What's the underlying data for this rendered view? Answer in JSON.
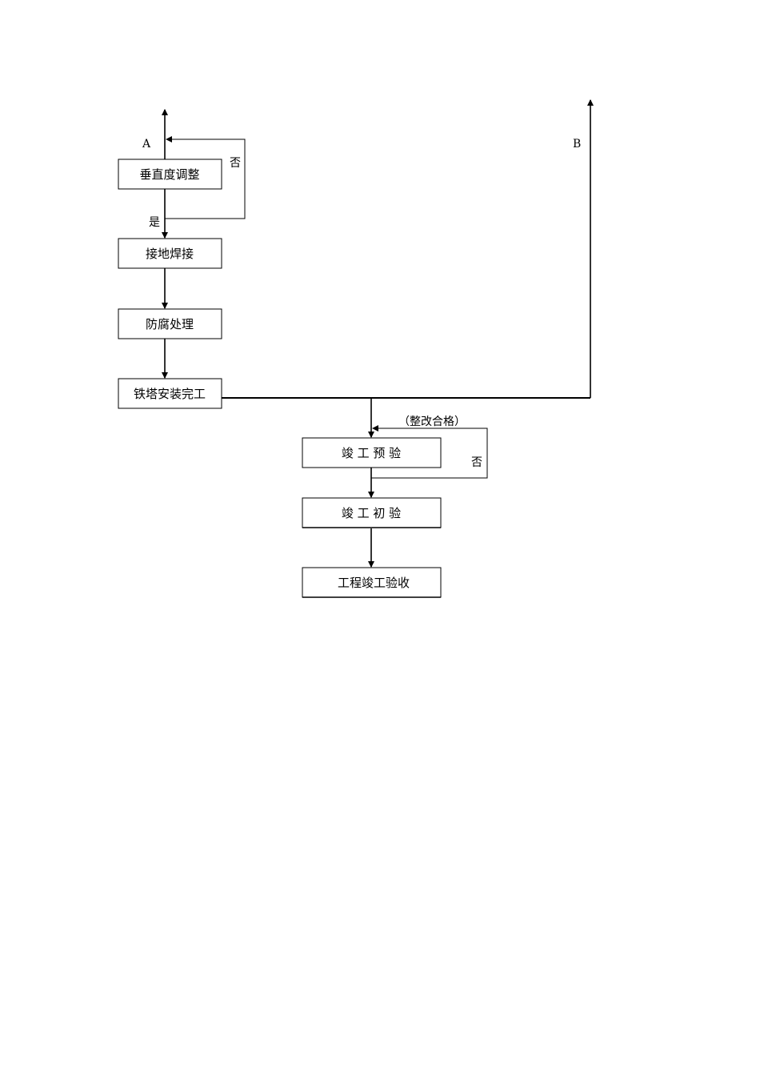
{
  "diagram": {
    "connector_a_label": "A",
    "connector_b_label": "B",
    "steps": {
      "verticality_adjustment": "垂直度调整",
      "grounding_welding": "接地焊接",
      "anticorrosion_treatment": "防腐处理",
      "tower_installation_complete": "铁塔安装完工",
      "pre_acceptance": "竣 工 预 验",
      "initial_acceptance": "竣 工 初 验",
      "final_acceptance": "工程竣工验收"
    },
    "decisions": {
      "verticality_no": "否",
      "verticality_yes": "是",
      "pre_acceptance_no": "否",
      "rectification_qualified": "（整改合格）"
    },
    "line_color": "#000000",
    "box_border_color": "#000000",
    "background_color": "#ffffff"
  }
}
